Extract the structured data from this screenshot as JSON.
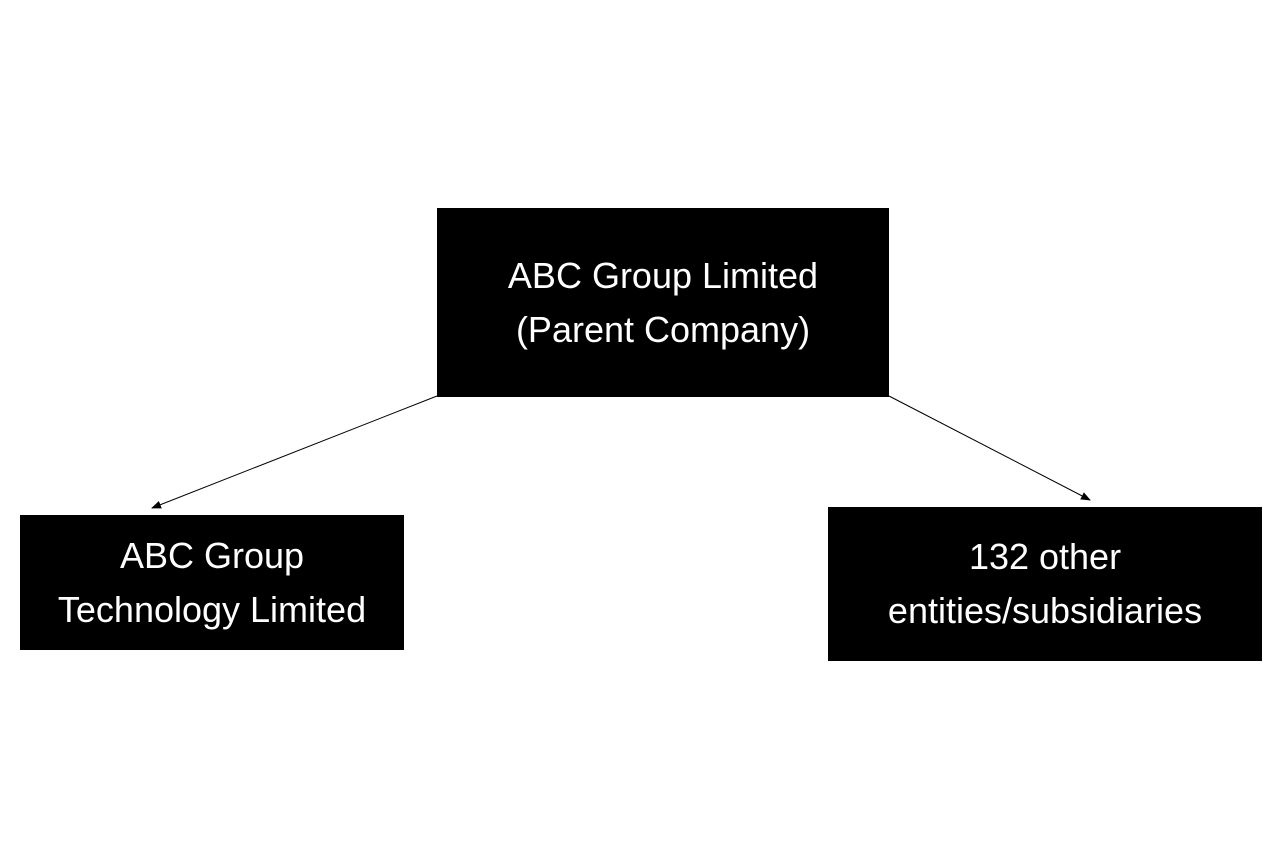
{
  "parent": {
    "line1": "ABC Group Limited",
    "line2": "(Parent Company)"
  },
  "left_child": {
    "line1": "ABC Group",
    "line2": "Technology Limited"
  },
  "right_child": {
    "line1": "132 other",
    "line2": "entities/subsidiaries"
  }
}
